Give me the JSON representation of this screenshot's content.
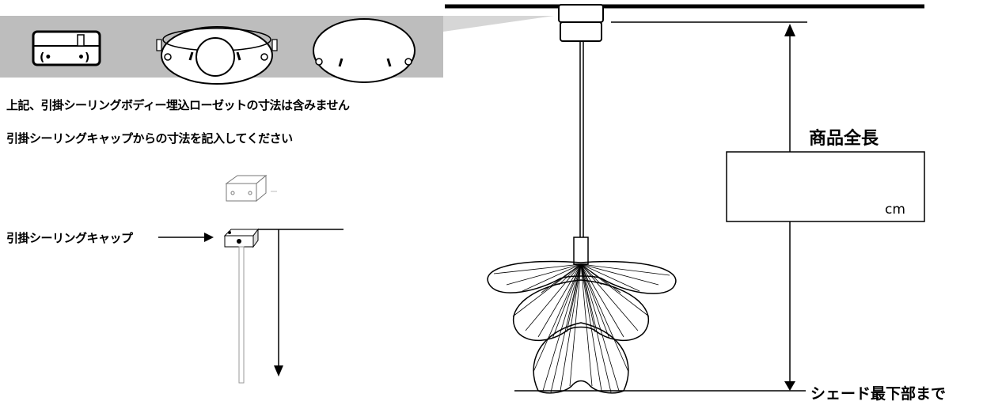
{
  "notes": {
    "line1": "上記、引掛シーリングボディー埋込ローゼットの寸法は含みません",
    "line2": "引掛シーリングキャップからの寸法を記入してください"
  },
  "cap_label": "引掛シーリングキャップ",
  "dimension": {
    "title": "商品全長",
    "unit": "cm",
    "bottom_label": "シェード最下部まで"
  }
}
